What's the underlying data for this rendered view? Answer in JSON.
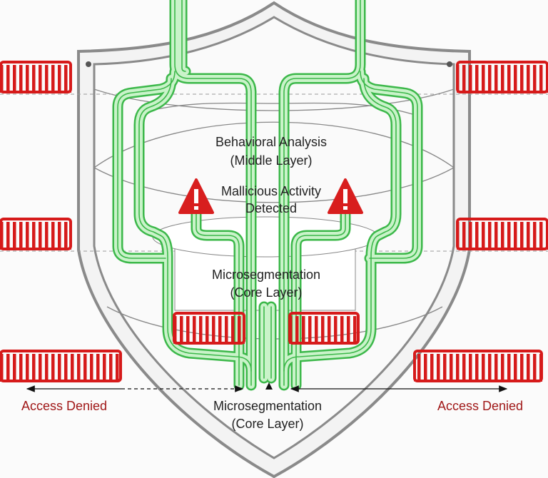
{
  "diagram": {
    "middle_layer": {
      "line1": "Behavioral Analysis",
      "line2": "(Middle Layer)"
    },
    "alert": {
      "line1": "Mallicious Activity",
      "line2": "Detected"
    },
    "core_layer": {
      "line1": "Microsegmentation",
      "line2": "(Core Layer)"
    },
    "bottom_label": {
      "line1": "Microsegmentation",
      "line2": "(Core Layer)"
    },
    "access_denied_left": "Access Denied",
    "access_denied_right": "Access Denied"
  },
  "colors": {
    "shield": "#8a8a8a",
    "pipe": "#3cb84a",
    "pipe_fill": "#c9f3c9",
    "barrier": "#d61a1a",
    "warning": "#d81e1e",
    "denied_text": "#a01818"
  }
}
